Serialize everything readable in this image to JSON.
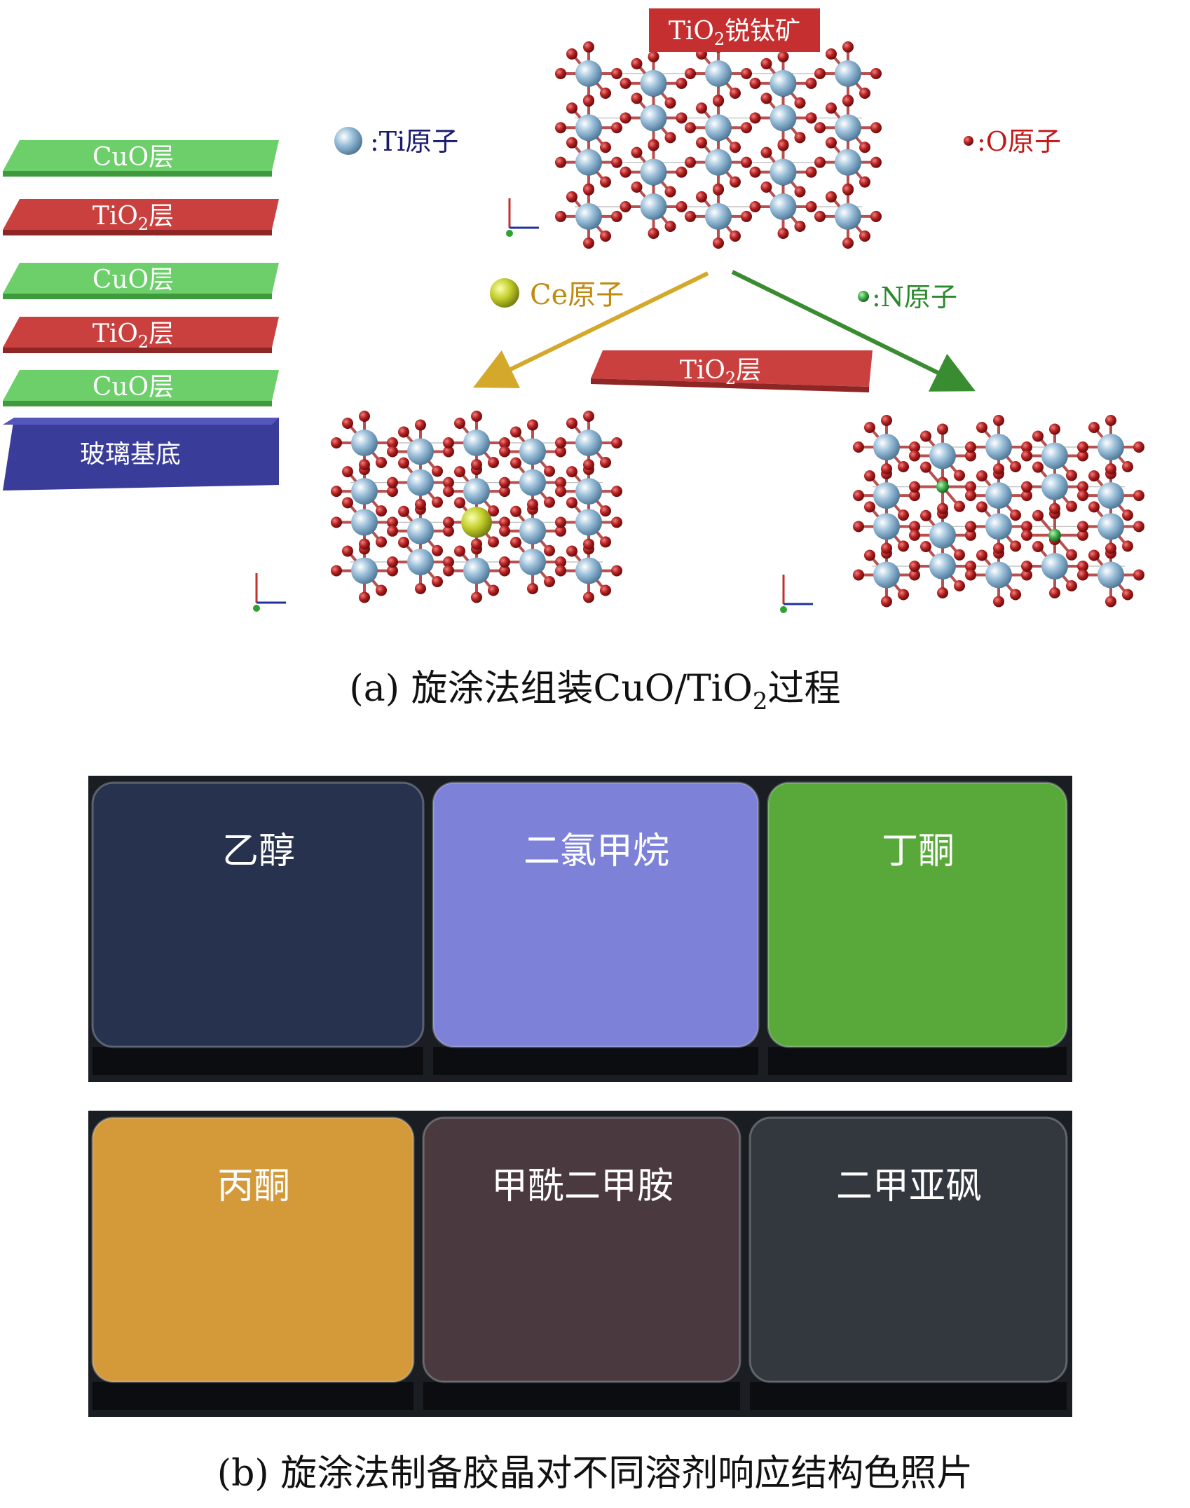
{
  "panel_a": {
    "stack": {
      "layers": [
        {
          "label": "CuO层",
          "kind": "cuo"
        },
        {
          "label": "TiO",
          "sub": "2",
          "suffix": "层",
          "kind": "tio2"
        },
        {
          "label": "CuO层",
          "kind": "cuo"
        },
        {
          "label": "TiO",
          "sub": "2",
          "suffix": "层",
          "kind": "tio2"
        },
        {
          "label": "CuO层",
          "kind": "cuo"
        }
      ],
      "substrate": "玻璃基底"
    },
    "anatase_title": {
      "pre": "TiO",
      "sub": "2",
      "post": "锐钛矿"
    },
    "legend": {
      "ti": ":Ti原子",
      "o": ":O原子",
      "ce": "Ce原子",
      "n": ":N原子"
    },
    "middle_layer": {
      "pre": "TiO",
      "sub": "2",
      "post": "层"
    },
    "caption": {
      "pre": "(a) 旋涂法组装CuO/TiO",
      "sub": "2",
      "post": "过程"
    }
  },
  "panel_b": {
    "row1": [
      "乙醇",
      "二氯甲烷",
      "丁酮"
    ],
    "row2": [
      "丙酮",
      "甲酰二甲胺",
      "二甲亚砜"
    ],
    "caption": "(b) 旋涂法制备胶晶对不同溶剂响应结构色照片"
  },
  "colors": {
    "cuo": "#6ccf6a",
    "tio2": "#c9403f",
    "substrate": "#3a3c9a",
    "ti_atom": "#8fb6d4",
    "o_atom": "#b02020",
    "ce_atom": "#c2cc2a",
    "n_atom": "#3db04a",
    "arrow_ce": "#d4a82a",
    "arrow_n": "#3a8c30",
    "title_bg": "#c62f2f",
    "label_ti": "#1a1a6e",
    "label_o": "#c21818",
    "label_ce": "#c08a10",
    "label_n": "#2c8a2c",
    "swatch_ethanol": "#26324e",
    "swatch_dcm": "#7d82d8",
    "swatch_butanone": "#58a83a",
    "swatch_acetone": "#d49a3a",
    "swatch_dmf": "#4a3a40",
    "swatch_dmso": "#33383e"
  }
}
